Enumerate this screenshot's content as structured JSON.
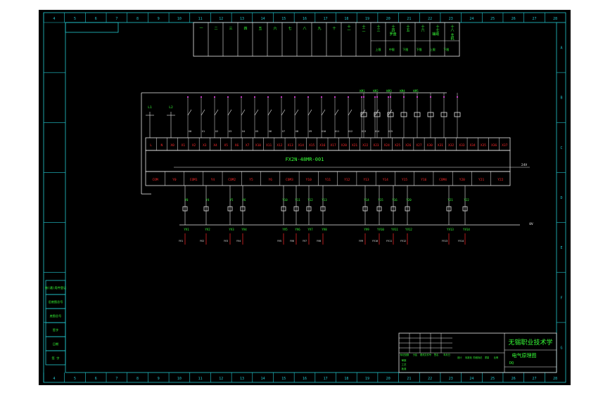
{
  "colors": {
    "frame": "#22c7cf",
    "wire": "#e8e8e8",
    "label_green": "#38ff38",
    "label_red": "#ff2a2a",
    "label_magenta": "#ff44ff",
    "background": "#000000"
  },
  "border": {
    "top_numbers": [
      "4",
      "5",
      "6",
      "7",
      "8",
      "9",
      "10",
      "11",
      "12",
      "13",
      "14",
      "15",
      "16",
      "17",
      "18",
      "19",
      "20",
      "21",
      "22",
      "23",
      "24",
      "25",
      "26",
      "27",
      "28"
    ],
    "bottom_numbers": [
      "4",
      "5",
      "6",
      "7",
      "8",
      "9",
      "10",
      "11",
      "12",
      "13",
      "14",
      "15",
      "16",
      "17",
      "18",
      "19",
      "20",
      "21",
      "22",
      "23",
      "24",
      "25",
      "26",
      "27",
      "28"
    ],
    "right_letters": [
      "A",
      "B",
      "C",
      "D",
      "E",
      "F",
      "G"
    ]
  },
  "header_table": {
    "columns": [
      "一",
      "二",
      "三",
      "四",
      "五",
      "六",
      "七",
      "八",
      "九",
      "十",
      "十一",
      "十二",
      "十三",
      "十四",
      "十五",
      "十六",
      "十七",
      "十八"
    ],
    "group_upper": "罗盘",
    "group_aux": "辅助",
    "group_last": "主机",
    "sub_cells": [
      "上限",
      "中限",
      "下限",
      "下限",
      "上限",
      "下限"
    ]
  },
  "plc": {
    "model": "FX2N-48MR-001",
    "input_terminals": [
      "L",
      "N",
      "·",
      "X0",
      "X1",
      "X2",
      "X3",
      "X4",
      "X5",
      "X6",
      "X7",
      "X10",
      "X11",
      "X12",
      "X13",
      "X14",
      "X15",
      "X16",
      "X17",
      "X20",
      "X21",
      "X22",
      "X23",
      "X24",
      "X25",
      "X26",
      "X27",
      "·",
      "X30",
      "X31",
      "X32",
      "X33",
      "X34",
      "X35",
      "X36",
      "X37"
    ],
    "output_terminals": [
      "COM",
      "Y0",
      "COM1",
      "Y4",
      "COM2",
      "Y5",
      "Y6",
      "·",
      "COM3",
      "Y10",
      "Y11",
      "Y12",
      "·",
      "Y13",
      "Y14",
      "Y15",
      "Y16",
      "·",
      "COM4",
      "Y20",
      "Y21",
      "Y22"
    ],
    "input_top_labels": [
      "X0",
      "X1",
      "X2",
      "X3",
      "X4",
      "X5",
      "X6",
      "X7"
    ],
    "output_top_labels": [
      "KM1",
      "KM2",
      "KM3",
      "KM4",
      "KM5"
    ],
    "relay_outputs": [
      {
        "top": "Y0",
        "bottom": "YV1"
      },
      {
        "top": "Y4",
        "bottom": "YV2"
      },
      {
        "top": "Y5",
        "bottom": "YV3"
      },
      {
        "top": "Y6",
        "bottom": "YV4"
      },
      {
        "top": "Y10",
        "bottom": "YV5"
      },
      {
        "top": "Y11",
        "bottom": "YV6"
      },
      {
        "top": "Y12",
        "bottom": "YV7"
      },
      {
        "top": "Y13",
        "bottom": "YV8"
      },
      {
        "top": "Y14",
        "bottom": "YV9"
      },
      {
        "top": "Y15",
        "bottom": "YV10"
      },
      {
        "top": "Y16",
        "bottom": "YV11"
      },
      {
        "top": "Y20",
        "bottom": "YV12"
      },
      {
        "top": "Y21",
        "bottom": "YV13"
      },
      {
        "top": "Y22",
        "bottom": "YV14"
      }
    ],
    "power_labels": {
      "upper": "24V",
      "lower": "0V"
    },
    "left_labels": [
      "L1",
      "L2"
    ]
  },
  "revision_block": {
    "rows": [
      "标记处数",
      "分区",
      "更改文件号",
      "签名",
      "年月日"
    ],
    "headers": [
      "设计",
      "标准化",
      "阶段标记",
      "重量",
      "比例"
    ],
    "sign_rows": [
      "审核",
      "工艺",
      "批准"
    ]
  },
  "title_block": {
    "org_name": "无锡职业技术学",
    "drawing_title": "电气原理图",
    "drawing_no": "DQ"
  },
  "left_strip": {
    "cells": [
      "借(通)用件登记",
      "旧底图总号",
      "底图总号",
      "签字",
      "日期",
      "签 字"
    ]
  }
}
